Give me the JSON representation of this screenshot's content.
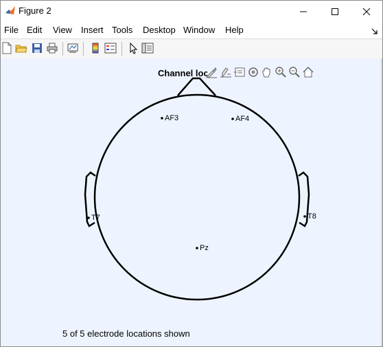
{
  "window": {
    "title": "Figure 2",
    "buttons": [
      "minimize-icon",
      "maximize-icon",
      "close-icon"
    ]
  },
  "menu": {
    "items": [
      "File",
      "Edit",
      "View",
      "Insert",
      "Tools",
      "Desktop",
      "Window",
      "Help"
    ],
    "dock_icon": "dock-arrow-icon"
  },
  "toolbar": {
    "buttons": [
      "new-figure-icon",
      "open-file-icon",
      "save-icon",
      "print-icon",
      "link-plot-icon",
      "colorbar-icon",
      "legend-icon",
      "edit-plot-icon",
      "property-inspector-icon"
    ]
  },
  "axes_toolbar": {
    "buttons": [
      "brush-icon",
      "data-tips-icon",
      "export-icon",
      "rotate-icon",
      "pan-icon",
      "zoom-in-icon",
      "zoom-out-icon",
      "home-icon"
    ]
  },
  "plot": {
    "title": "Channel locations",
    "electrodes": [
      {
        "label": "AF3"
      },
      {
        "label": "AF4"
      },
      {
        "label": "T7"
      },
      {
        "label": "T8"
      },
      {
        "label": "Pz"
      }
    ],
    "status": "5 of 5 electrode locations shown"
  },
  "colors": {
    "figure_bg": "#eef4ff",
    "window_bg": "#ffffff",
    "toolbar_bg": "#f6f6f6",
    "ink": "#000000"
  }
}
